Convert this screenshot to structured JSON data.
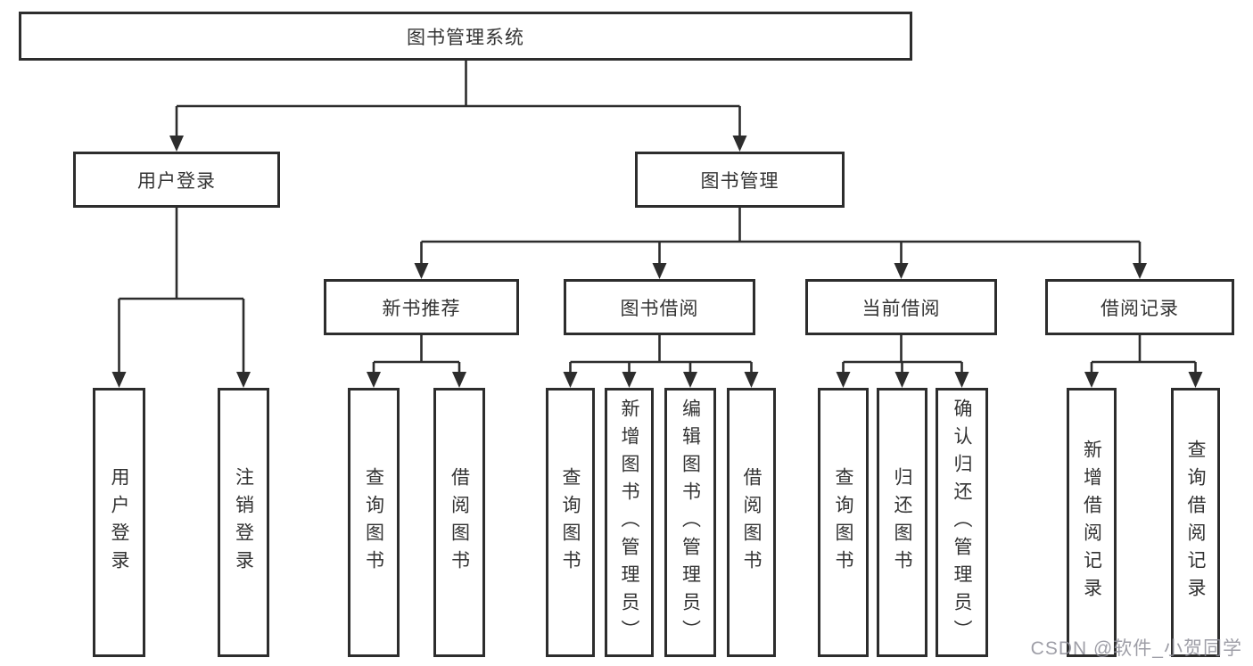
{
  "tree": {
    "label": "图书管理系统",
    "children": [
      {
        "label": "用户登录",
        "children": [
          {
            "label": "用户登录"
          },
          {
            "label": "注销登录"
          }
        ]
      },
      {
        "label": "图书管理",
        "children": [
          {
            "label": "新书推荐",
            "children": [
              {
                "label": "查询图书"
              },
              {
                "label": "借阅图书"
              }
            ]
          },
          {
            "label": "图书借阅",
            "children": [
              {
                "label": "查询图书"
              },
              {
                "label": "新增图书（管理员）"
              },
              {
                "label": "编辑图书（管理员）"
              },
              {
                "label": "借阅图书"
              }
            ]
          },
          {
            "label": "当前借阅",
            "children": [
              {
                "label": "查询图书"
              },
              {
                "label": "归还图书"
              },
              {
                "label": "确认归还（管理员）"
              }
            ]
          },
          {
            "label": "借阅记录",
            "children": [
              {
                "label": "新增借阅记录"
              },
              {
                "label": "查询借阅记录"
              }
            ]
          }
        ]
      }
    ]
  },
  "watermark": "CSDN @软件_小贺同学",
  "colors": {
    "line": "#2d2d2d",
    "text": "#333333",
    "box_background": "#ffffff",
    "watermark": "#8e8e98"
  }
}
